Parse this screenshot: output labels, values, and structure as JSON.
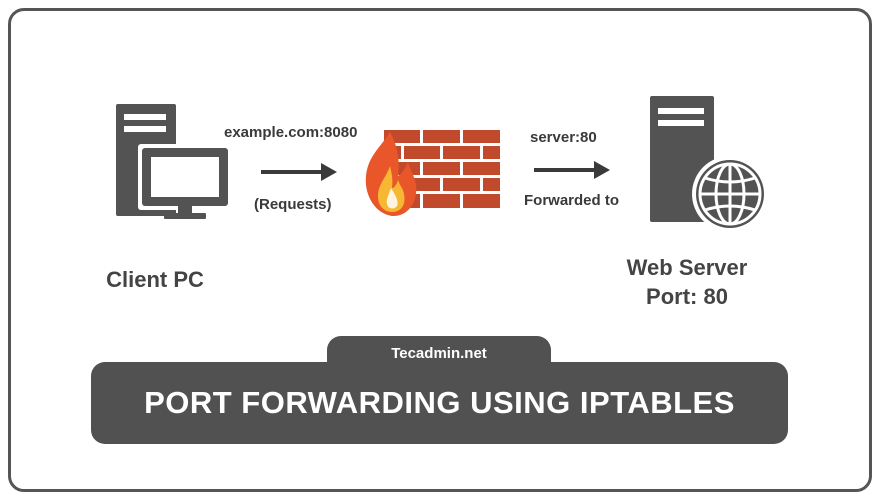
{
  "diagram": {
    "nodes": {
      "client": {
        "label": "Client PC",
        "icon": "desktop-pc-icon"
      },
      "firewall": {
        "icon": "firewall-icon"
      },
      "server": {
        "label_line1": "Web Server",
        "label_line2": "Port: 80",
        "icon": "web-server-icon"
      }
    },
    "edges": {
      "request": {
        "top_label": "example.com:8080",
        "bottom_label": "(Requests)"
      },
      "forward": {
        "top_label": "server:80",
        "bottom_label": "Forwarded to"
      }
    },
    "site": "Tecadmin.net",
    "title": "PORT FORWARDING USING IPTABLES"
  },
  "colors": {
    "icon_gray": "#535353",
    "brick": "#c24a2c",
    "flame_outer": "#e8562a",
    "flame_inner": "#f7b733",
    "banner": "#515151",
    "text": "#3a3a3a"
  }
}
